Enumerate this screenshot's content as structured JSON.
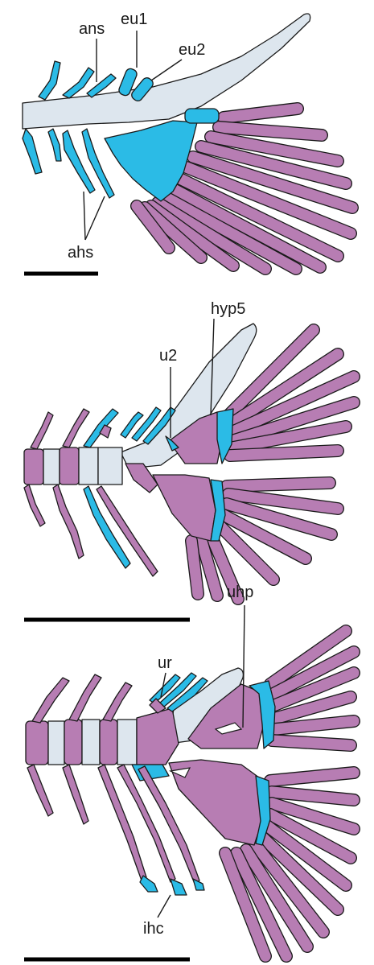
{
  "colors": {
    "cartilage": "#2bbbe6",
    "bone": "#b77db3",
    "notochord": "#dde6ee",
    "outline": "#1a1a1a"
  },
  "panels": [
    {
      "id": "top",
      "labels": {
        "ans": "ans",
        "eu1": "eu1",
        "eu2": "eu2",
        "ahs": "ahs"
      }
    },
    {
      "id": "middle",
      "labels": {
        "hyp5": "hyp5",
        "u2": "u2"
      }
    },
    {
      "id": "bottom",
      "labels": {
        "ur": "ur",
        "uhp": "uhp",
        "ihc": "ihc"
      }
    }
  ]
}
